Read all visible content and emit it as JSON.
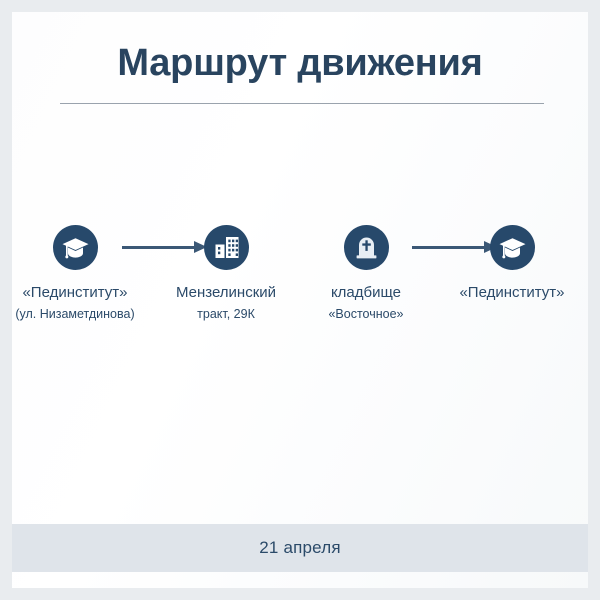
{
  "slide": {
    "title": "Маршрут движения",
    "footer_date": "21 апреля",
    "accent_color": "#27496b",
    "title_color": "#29445f",
    "arrow_color": "#3b5876",
    "footer_bg": "#dfe4ea"
  },
  "route": {
    "nodes": [
      {
        "icon": "graduation-cap-icon",
        "label_main": "«Пединститут»",
        "label_sub": "(ул. Низаметдинова)"
      },
      {
        "icon": "office-building-icon",
        "label_main": "Мензелинский",
        "label_sub": "тракт, 29К"
      },
      {
        "icon": "gravestone-icon",
        "label_main": "кладбище",
        "label_sub": "«Восточное»"
      },
      {
        "icon": "graduation-cap-icon",
        "label_main": "«Пединститут»",
        "label_sub": ""
      }
    ],
    "arrows": [
      {
        "from": 0,
        "to": 1
      },
      {
        "from": 2,
        "to": 3
      }
    ]
  }
}
